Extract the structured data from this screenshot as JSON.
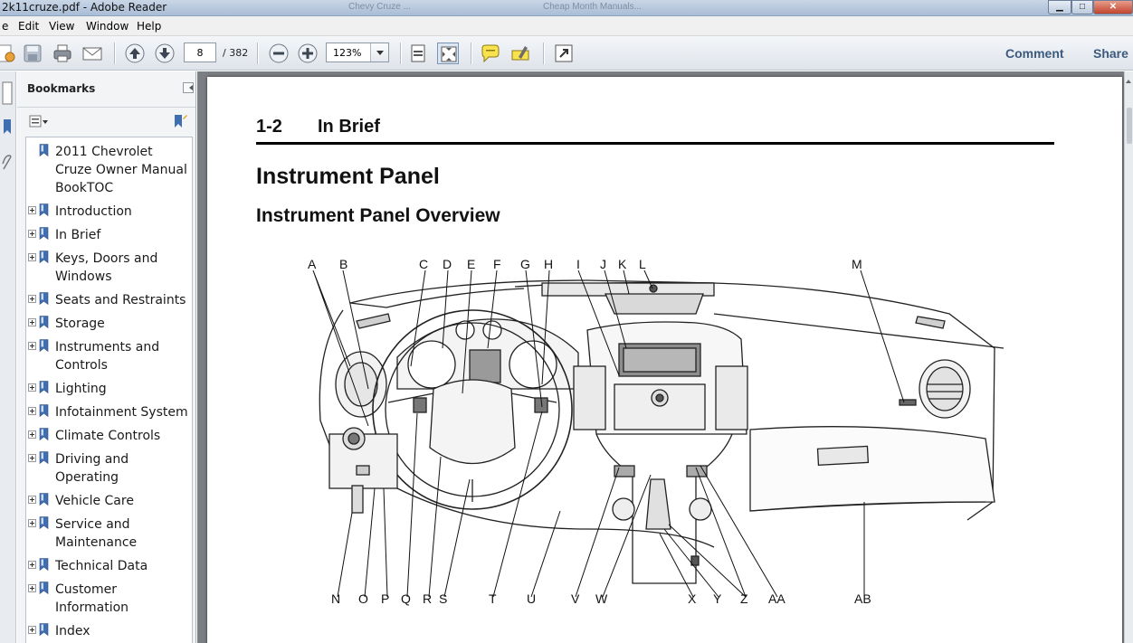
{
  "window": {
    "title": "2k11cruze.pdf - Adobe Reader",
    "background_tabs": [
      "",
      "",
      "Chevy Cruze ...",
      "Cheap Month Manuals..."
    ],
    "controls": {
      "minimize": "▁",
      "maximize": "□",
      "close": "✕"
    }
  },
  "menu": {
    "items": [
      "e",
      "Edit",
      "View",
      "Window",
      "Help"
    ]
  },
  "toolbar": {
    "page_current": "8",
    "page_total": "/ 382",
    "zoom": "123%",
    "comment_label": "Comment",
    "share_label": "Share"
  },
  "bookmarks": {
    "title": "Bookmarks",
    "items": [
      {
        "label": "2011 Chevrolet Cruze Owner Manual BookTOC",
        "expandable": false
      },
      {
        "label": "Introduction",
        "expandable": true
      },
      {
        "label": "In Brief",
        "expandable": true
      },
      {
        "label": "Keys, Doors and Windows",
        "expandable": true
      },
      {
        "label": "Seats and Restraints",
        "expandable": true
      },
      {
        "label": "Storage",
        "expandable": true
      },
      {
        "label": "Instruments and Controls",
        "expandable": true
      },
      {
        "label": "Lighting",
        "expandable": true
      },
      {
        "label": "Infotainment System",
        "expandable": true
      },
      {
        "label": "Climate Controls",
        "expandable": true
      },
      {
        "label": "Driving and Operating",
        "expandable": true
      },
      {
        "label": "Vehicle Care",
        "expandable": true
      },
      {
        "label": "Service and Maintenance",
        "expandable": true
      },
      {
        "label": "Technical Data",
        "expandable": true
      },
      {
        "label": "Customer Information",
        "expandable": true
      },
      {
        "label": "Index",
        "expandable": true
      }
    ]
  },
  "document": {
    "page_number": "1-2",
    "section": "In Brief",
    "heading": "Instrument Panel",
    "subheading": "Instrument Panel Overview",
    "callouts_top": [
      "A",
      "B",
      "C",
      "D",
      "E",
      "F",
      "G",
      "H",
      "I",
      "J",
      "K",
      "L",
      "M"
    ],
    "callouts_bottom": [
      "N",
      "O",
      "P",
      "Q",
      "R",
      "S",
      "T",
      "U",
      "V",
      "W",
      "X",
      "Y",
      "Z",
      "AA",
      "AB"
    ]
  },
  "colors": {
    "toolbar_link": "#3b5a7d",
    "doc_background": "#7b7e83",
    "bookmark_icon": "#3f6fb0"
  },
  "icons": [
    "create-pdf-icon",
    "save-icon",
    "print-icon",
    "email-icon",
    "previous-page-icon",
    "next-page-icon",
    "zoom-out-icon",
    "zoom-in-icon",
    "fit-page-icon",
    "fit-width-icon",
    "comment-icon",
    "highlight-icon",
    "expand-icon",
    "bookmark-icon"
  ]
}
